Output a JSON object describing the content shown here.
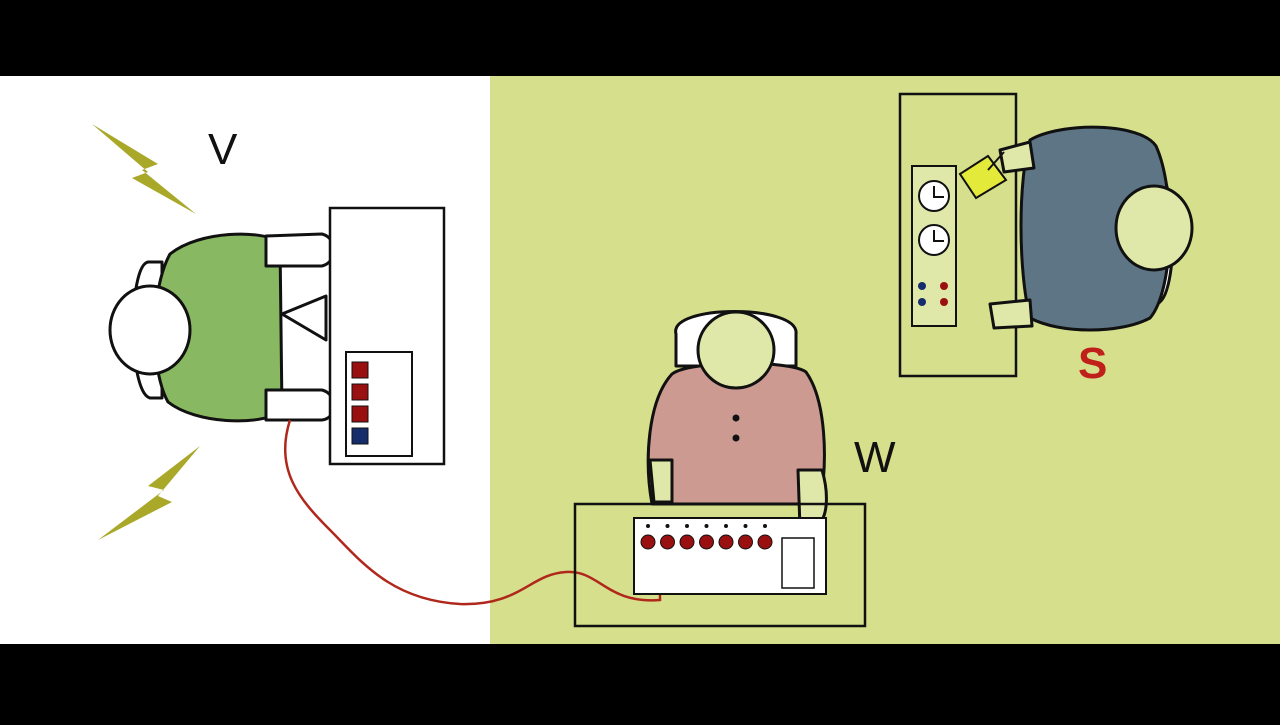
{
  "labels": {
    "learner": "V",
    "teacher": "W",
    "experimenter": "S"
  },
  "colors": {
    "frame": "#000000",
    "left_room": "#ffffff",
    "right_room": "#d6e08c",
    "learner_shirt": "#88b861",
    "teacher_shirt": "#cc9a91",
    "experimenter_shirt": "#5e7586",
    "skin": "#dfe8a8",
    "wire": "#b0281c",
    "button_red": "#9a1010",
    "button_blue": "#152d6b",
    "lightning": "#a9a829",
    "clipboard": "#e4ea3a",
    "label_s": "#c0201a"
  },
  "icons": [
    "lightning-icon",
    "dial-icon",
    "clipboard-icon"
  ],
  "shock_generator": {
    "switch_count": 7
  },
  "answer_box": {
    "button_count": 4
  }
}
